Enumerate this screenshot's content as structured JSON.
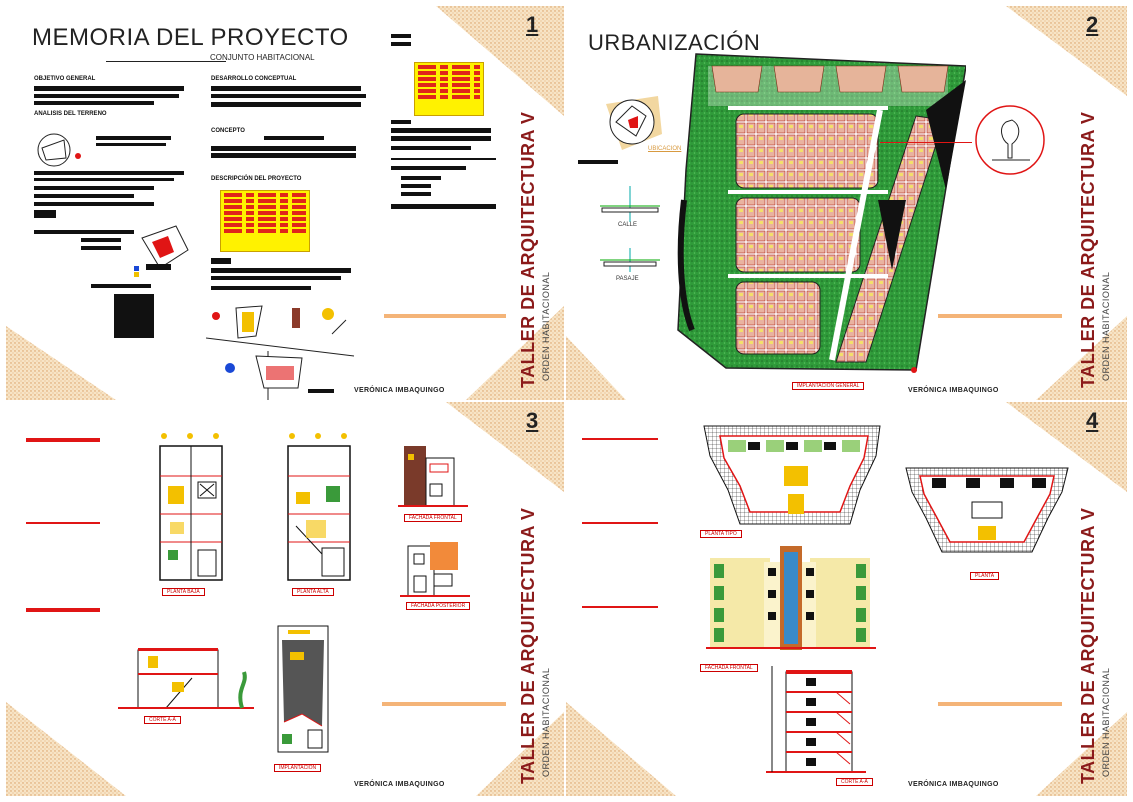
{
  "sheets": [
    {
      "number": "1",
      "title": "MEMORIA DEL PROYECTO",
      "subtitle": "CONJUNTO HABITACIONAL",
      "sections": {
        "objetivo": "OBJETIVO GENERAL",
        "analisis": "ANALISIS DEL TERRENO",
        "desarrollo": "DESARROLLO CONCEPTUAL",
        "concepto": "CONCEPTO",
        "descripcion": "DESCRIPCIÓN DEL PROYECTO"
      }
    },
    {
      "number": "2",
      "title": "URBANIZACIÓN",
      "labels": {
        "ubicacion": "UBICACION",
        "calle": "CALLE",
        "pasaje": "PASAJE",
        "implantacion": "IMPLANTACION GENERAL"
      }
    },
    {
      "number": "3",
      "labels": {
        "planta_baja": "PLANTA BAJA",
        "planta_alta": "PLANTA ALTA",
        "fachada_frontal": "FACHADA FRONTAL",
        "fachada_posterior": "FACHADA POSTERIOR",
        "corte": "CORTE A-A",
        "implantacion": "IMPLANTACION"
      }
    },
    {
      "number": "4",
      "labels": {
        "planta": "PLANTA TIPO",
        "planta2": "PLANTA",
        "fachada": "FACHADA FRONTAL",
        "corte": "CORTE A-A"
      }
    }
  ],
  "common": {
    "course": "TALLER DE ARQUITECTURA V",
    "order": "ORDEN HABITACIONAL",
    "author": "VERÓNICA IMBAQUINGO"
  },
  "colors": {
    "accent_red": "#e01515",
    "sand": "#f6e6cd",
    "title_red": "#8b1a1a",
    "yellow": "#fff200"
  }
}
